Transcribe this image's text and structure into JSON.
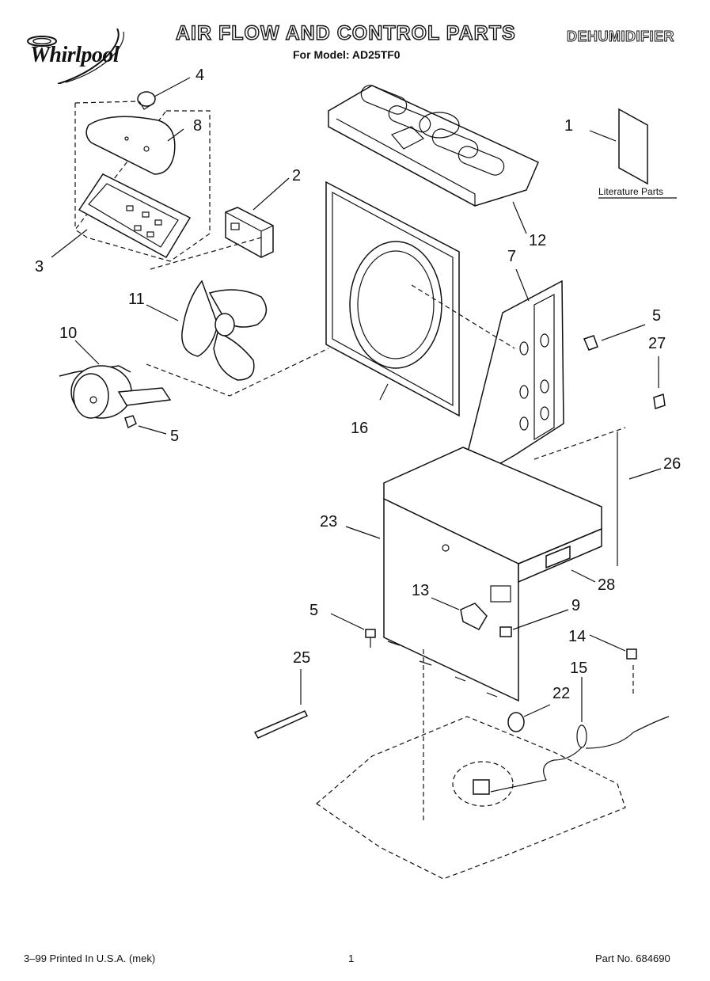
{
  "header": {
    "brand": "Whirlpool",
    "title": "AIR FLOW AND CONTROL PARTS",
    "product": "DEHUMIDIFIER",
    "model_line": "For Model: AD25TF0"
  },
  "literature_label": "Literature Parts",
  "callouts": {
    "c1": "1",
    "c2": "2",
    "c3": "3",
    "c4": "4",
    "c5a": "5",
    "c5b": "5",
    "c5c": "5",
    "c7": "7",
    "c8": "8",
    "c9": "9",
    "c10": "10",
    "c11": "11",
    "c12": "12",
    "c13": "13",
    "c14": "14",
    "c15": "15",
    "c16": "16",
    "c22": "22",
    "c23": "23",
    "c25": "25",
    "c26": "26",
    "c27": "27",
    "c28": "28"
  },
  "footer": {
    "date_printed": "3–99 Printed In U.S.A. (mek)",
    "page_number": "1",
    "part_number": "Part No. 684690"
  }
}
